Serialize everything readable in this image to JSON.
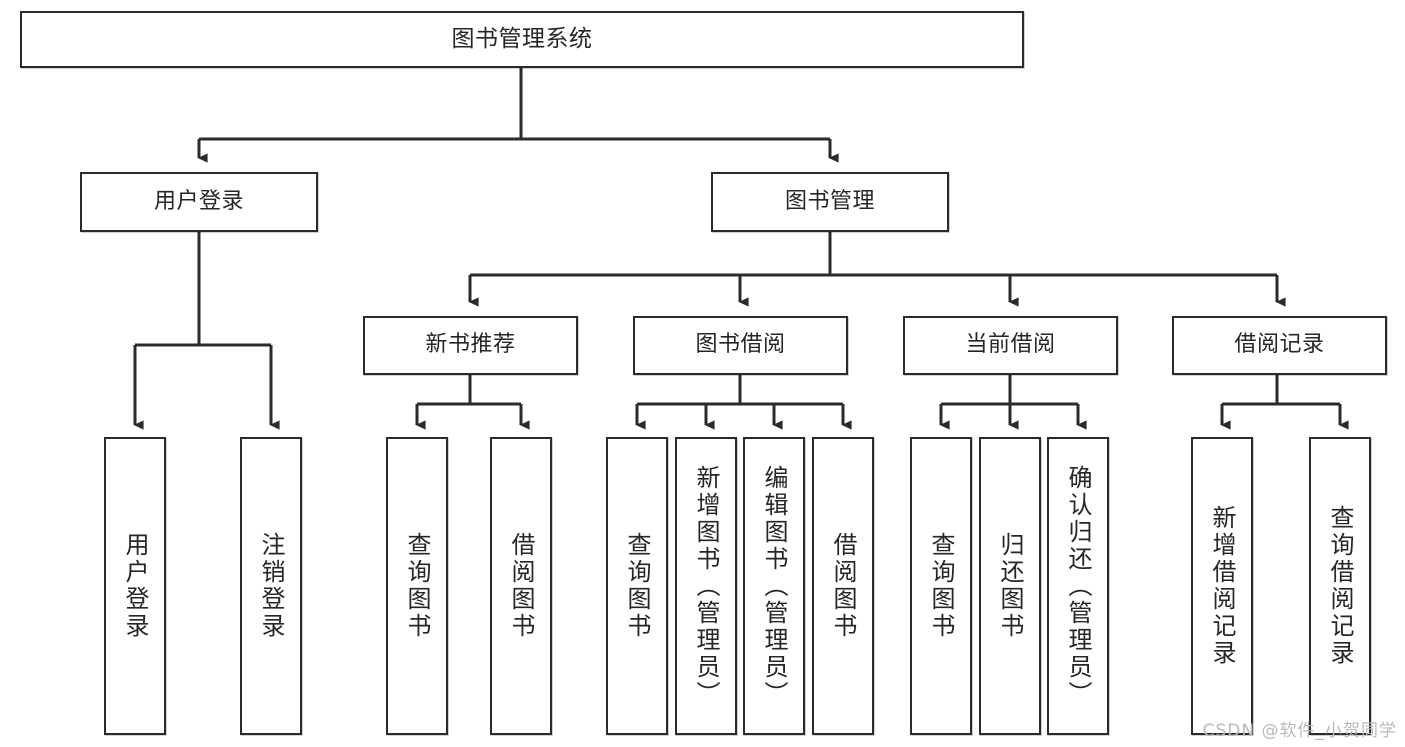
{
  "diagram": {
    "title": "图书管理系统",
    "type": "tree",
    "stroke_color": "#2b2b2b",
    "fill_color": "#ffffff",
    "text_color": "#262626",
    "nodes": {
      "root": {
        "label": "图书管理系统"
      },
      "level1": [
        {
          "label": "用户登录"
        },
        {
          "label": "图书管理"
        }
      ],
      "level2": [
        {
          "label": "新书推荐"
        },
        {
          "label": "图书借阅"
        },
        {
          "label": "当前借阅"
        },
        {
          "label": "借阅记录"
        }
      ],
      "leaves": [
        {
          "label": "用户登录",
          "parent": "用户登录"
        },
        {
          "label": "注销登录",
          "parent": "用户登录"
        },
        {
          "label": "查询图书",
          "parent": "新书推荐"
        },
        {
          "label": "借阅图书",
          "parent": "新书推荐"
        },
        {
          "label": "查询图书",
          "parent": "图书借阅"
        },
        {
          "label": "新增图书（管理员）",
          "parent": "图书借阅"
        },
        {
          "label": "编辑图书（管理员）",
          "parent": "图书借阅"
        },
        {
          "label": "借阅图书",
          "parent": "图书借阅"
        },
        {
          "label": "查询图书",
          "parent": "当前借阅"
        },
        {
          "label": "归还图书",
          "parent": "当前借阅"
        },
        {
          "label": "确认归还（管理员）",
          "parent": "当前借阅"
        },
        {
          "label": "新增借阅记录",
          "parent": "借阅记录"
        },
        {
          "label": "查询借阅记录",
          "parent": "借阅记录"
        }
      ]
    }
  },
  "watermark": {
    "text": "CSDN @软件_小贺同学"
  }
}
